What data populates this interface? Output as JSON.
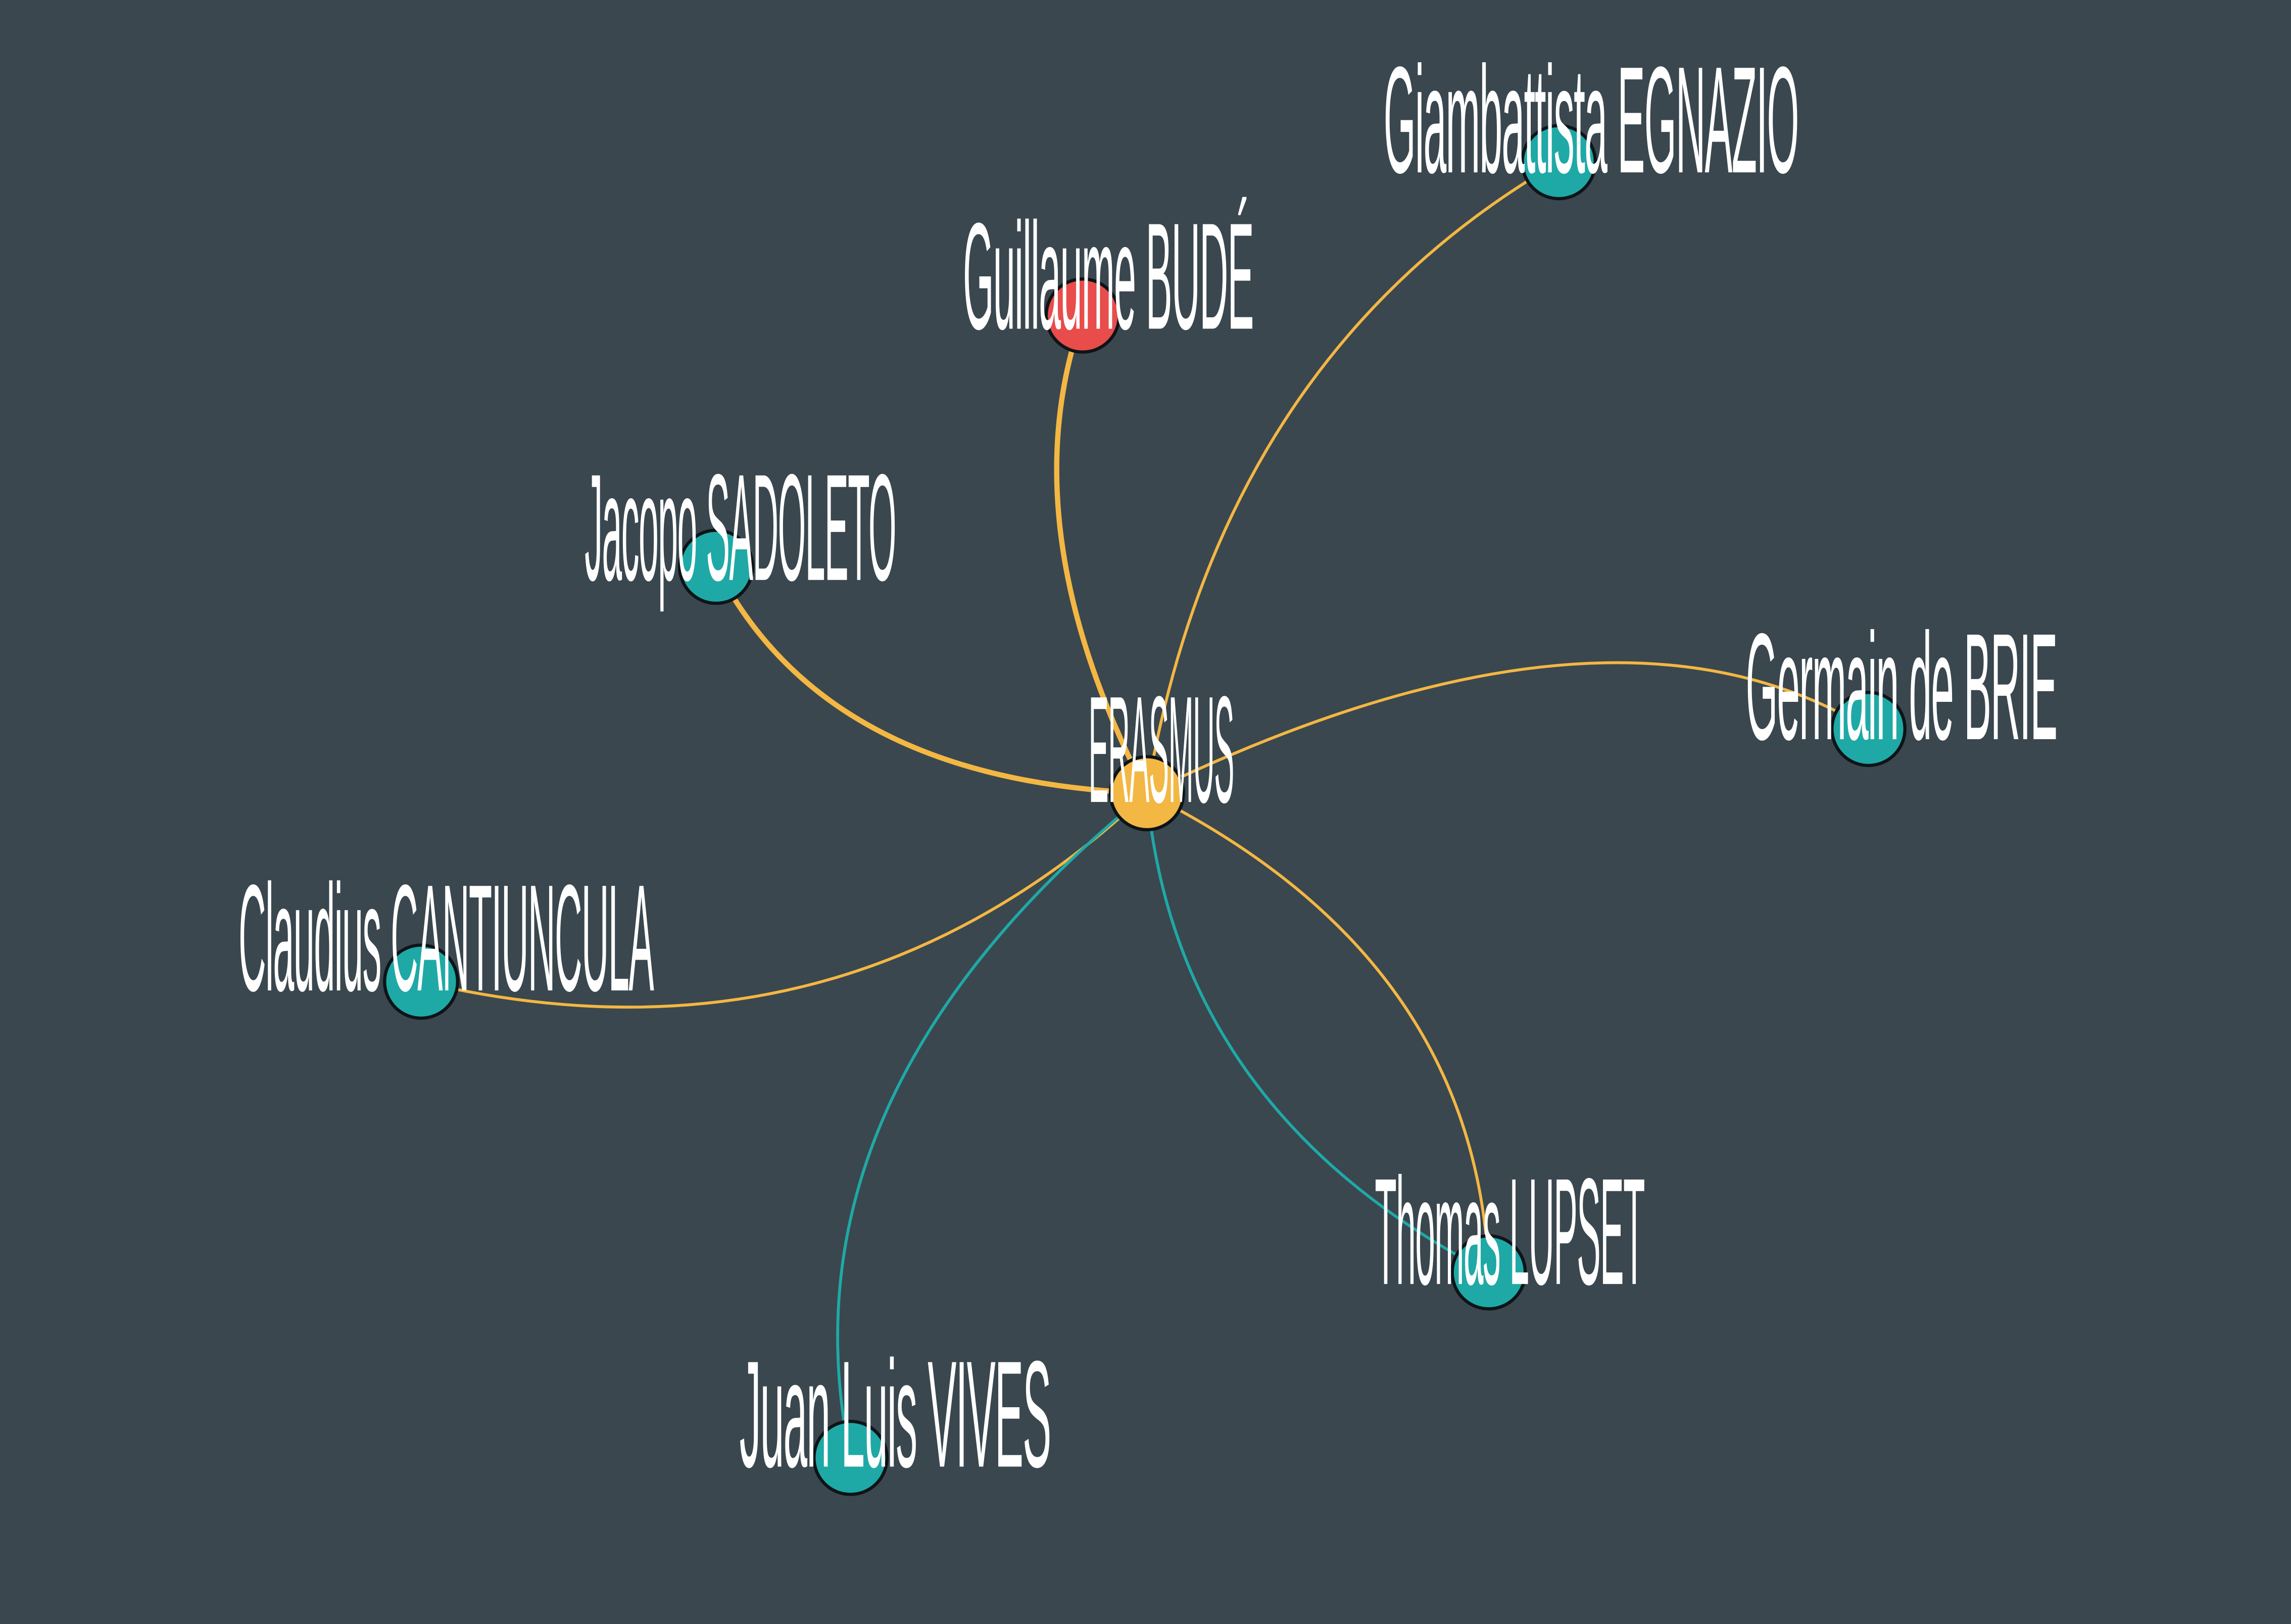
{
  "colors": {
    "background": "#3a474f",
    "node_teal": "#1fa9a6",
    "node_gold": "#f3b743",
    "node_red": "#e84c4b",
    "edge_gold": "#f3b743",
    "edge_teal": "#1fa9a6",
    "label": "#ffffff",
    "node_stroke": "#0d1418"
  },
  "nodes": [
    {
      "id": "erasmus",
      "label": "ERASMUS",
      "color": "node_gold"
    },
    {
      "id": "egnazio",
      "label": "Giambattista EGNAZIO",
      "color": "node_teal"
    },
    {
      "id": "bude",
      "label": "Guillaume BUDÉ",
      "color": "node_red"
    },
    {
      "id": "sadoleto",
      "label": "Jacopo SADOLETO",
      "color": "node_teal"
    },
    {
      "id": "brie",
      "label": "Germain de BRIE",
      "color": "node_teal"
    },
    {
      "id": "cantiuncula",
      "label": "Claudius CANTIUNCULA",
      "color": "node_teal"
    },
    {
      "id": "lupset",
      "label": "Thomas LUPSET",
      "color": "node_teal"
    },
    {
      "id": "vives",
      "label": "Juan Luis VIVES",
      "color": "node_teal"
    }
  ],
  "edges": [
    {
      "source": "erasmus",
      "target": "egnazio",
      "color": "edge_gold",
      "weight": 1
    },
    {
      "source": "erasmus",
      "target": "bude",
      "color": "edge_gold",
      "weight": 3
    },
    {
      "source": "erasmus",
      "target": "sadoleto",
      "color": "edge_gold",
      "weight": 3
    },
    {
      "source": "erasmus",
      "target": "brie",
      "color": "edge_gold",
      "weight": 1
    },
    {
      "source": "erasmus",
      "target": "cantiuncula",
      "color": "edge_gold",
      "weight": 1
    },
    {
      "source": "erasmus",
      "target": "lupset",
      "color": "edge_gold",
      "weight": 1
    },
    {
      "source": "erasmus",
      "target": "lupset",
      "color": "edge_teal",
      "weight": 1
    },
    {
      "source": "erasmus",
      "target": "vives",
      "color": "edge_teal",
      "weight": 1
    }
  ]
}
